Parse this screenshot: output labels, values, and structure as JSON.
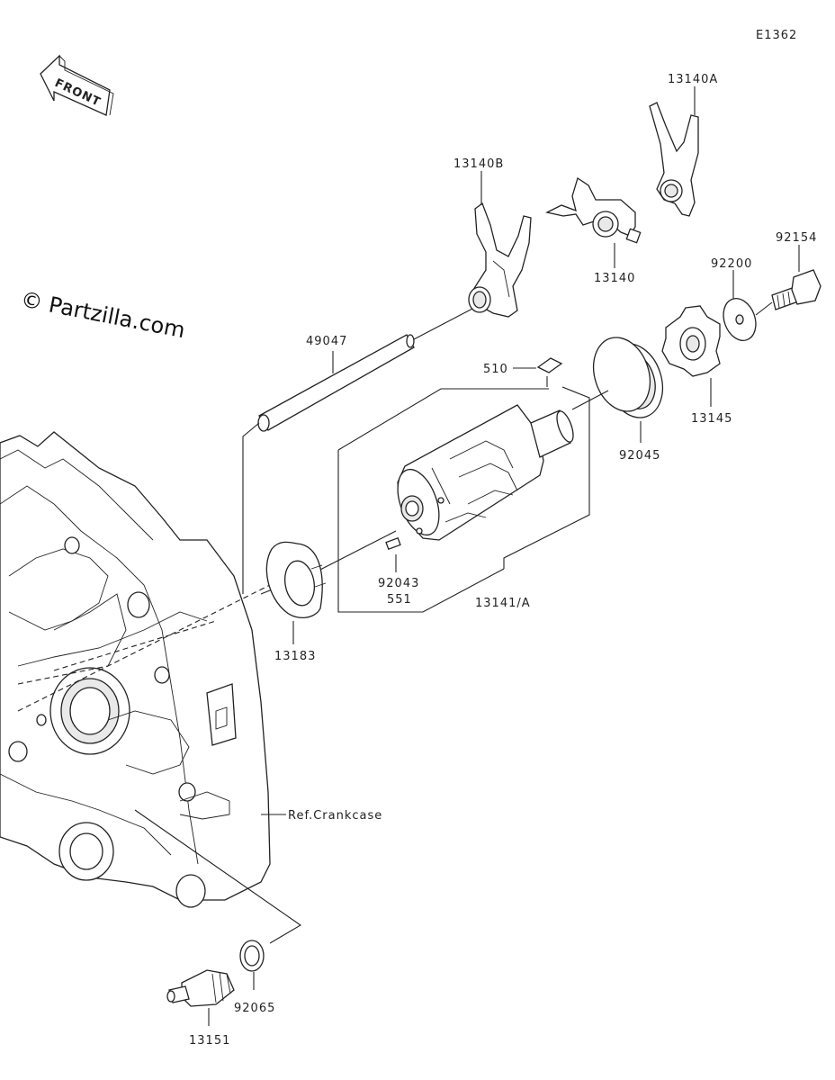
{
  "diagram_code": "E1362",
  "front_label": "FRONT",
  "watermark": "© Partzilla.com",
  "callouts": {
    "fork_a": "13140A",
    "fork_b": "13140B",
    "fork": "13140",
    "bolt": "92154",
    "washer": "92200",
    "shaft": "49047",
    "key": "510",
    "bearing": "92045",
    "star_plate": "13145",
    "pin": "92043",
    "pin_alt": "551",
    "drum": "13141/A",
    "thrust_washer": "13183",
    "crankcase_ref": "Ref.Crankcase",
    "switch_washer": "92065",
    "neutral_switch": "13151"
  }
}
